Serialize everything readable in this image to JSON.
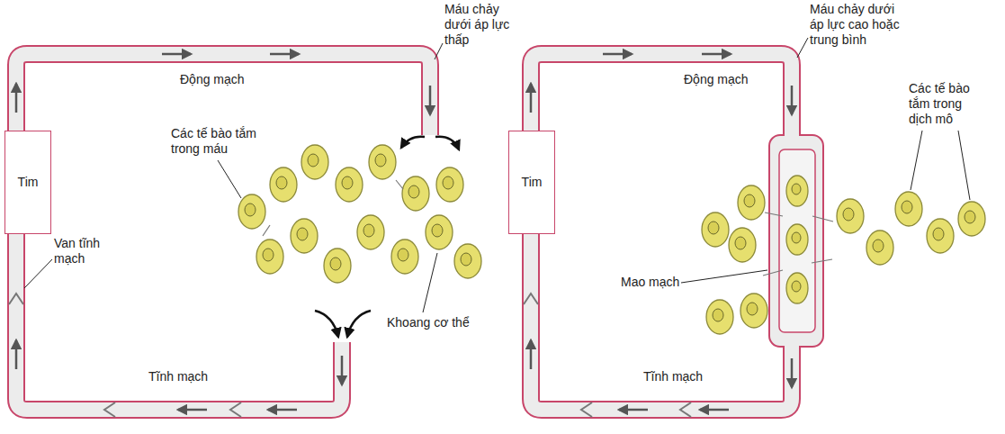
{
  "diagram": {
    "nodes": [
      {
        "text": [
          "Tim"
        ]
      },
      {
        "text": [
          "Tim"
        ]
      }
    ],
    "labels": [
      "Máu chảy dưới áp lực thấp",
      "Động mạch",
      "Các tế bào tắm trong máu",
      "Van tĩnh mạch",
      "Khoang cơ thể",
      "Tĩnh mạch",
      "Máu chảy dưới áp lực cao hoặc trung bình",
      "Động mạch",
      "Các tế bào tắm trong dịch mô",
      "Mao mạch",
      "Tĩnh mạch"
    ]
  }
}
